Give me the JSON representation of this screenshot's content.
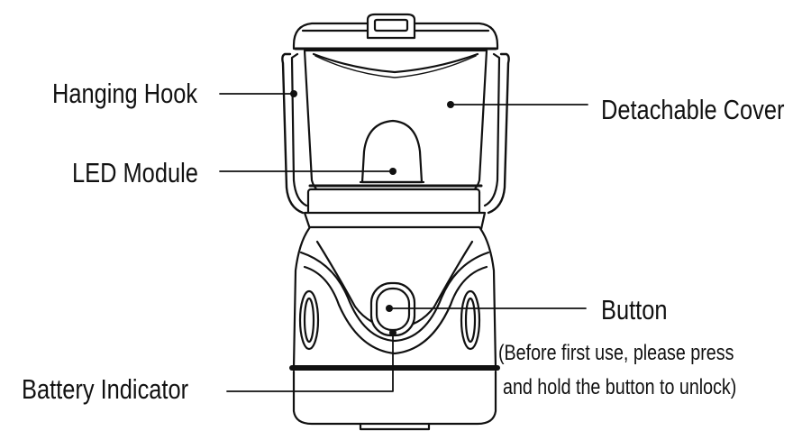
{
  "labels": {
    "hanging_hook": "Hanging Hook",
    "led_module": "LED Module",
    "battery_indicator": "Battery Indicator",
    "detachable_cover": "Detachable Cover",
    "button": "Button",
    "note_line1": "(Before first use, please press",
    "note_line2": "and hold the button to unlock)"
  }
}
